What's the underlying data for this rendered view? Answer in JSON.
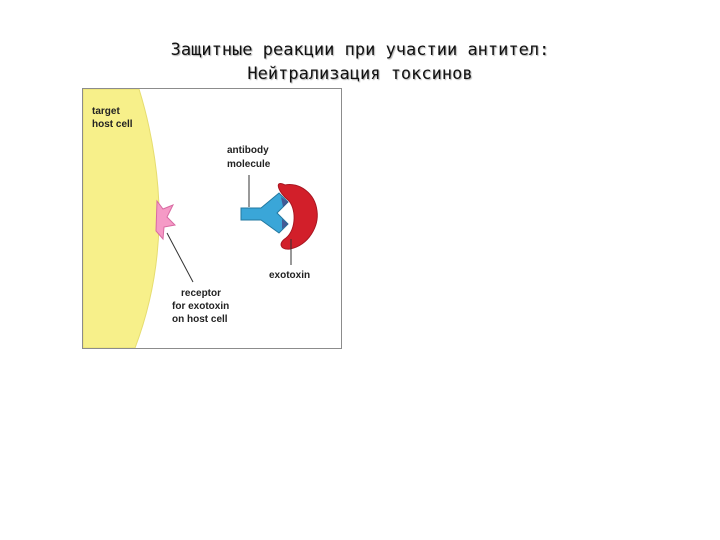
{
  "slide": {
    "title_line1": "Защитные реакции при участии антител:",
    "title_line2": "Нейтрализация токсинов"
  },
  "diagram": {
    "labels": {
      "target_line1": "target",
      "target_line2": "host cell",
      "antibody_line1": "antibody",
      "antibody_line2": "molecule",
      "exotoxin": "exotoxin",
      "receptor_line1": "receptor",
      "receptor_line2": "for exotoxin",
      "receptor_line3": "on host cell"
    },
    "colors": {
      "host_cell": "#f7f08a",
      "receptor": "#f59ac6",
      "antibody": "#3aa6d8",
      "exotoxin": "#d21f2a"
    }
  }
}
